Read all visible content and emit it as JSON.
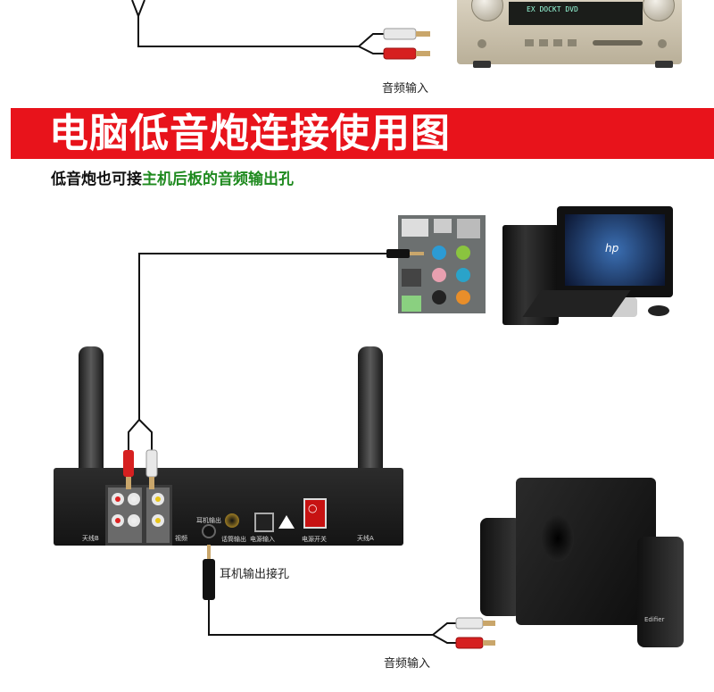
{
  "amplifier": {
    "display_text": "EX DOCKT DVD"
  },
  "top_caption": "音频输入",
  "banner": {
    "title": "电脑低音炮连接使用图",
    "color": "#e8131b"
  },
  "subtitle": {
    "part1": "低音炮也可接",
    "part2": "主机后板的音频输出孔",
    "part1_color": "#111111",
    "part2_color": "#1f8a1f"
  },
  "receiver": {
    "antenna_left_label": "天线B",
    "antenna_right_label": "天线A",
    "headphone_label": "耳机输出",
    "mic_label": "话筒输出",
    "power_input_label": "电源输入",
    "power_switch_label": "电源开关",
    "video_label": "视频"
  },
  "headphone_caption": "耳机输出接孔",
  "bottom_caption": "音频输入",
  "speaker": {
    "brand": "Edifier"
  },
  "computer": {
    "brand": "hp"
  }
}
